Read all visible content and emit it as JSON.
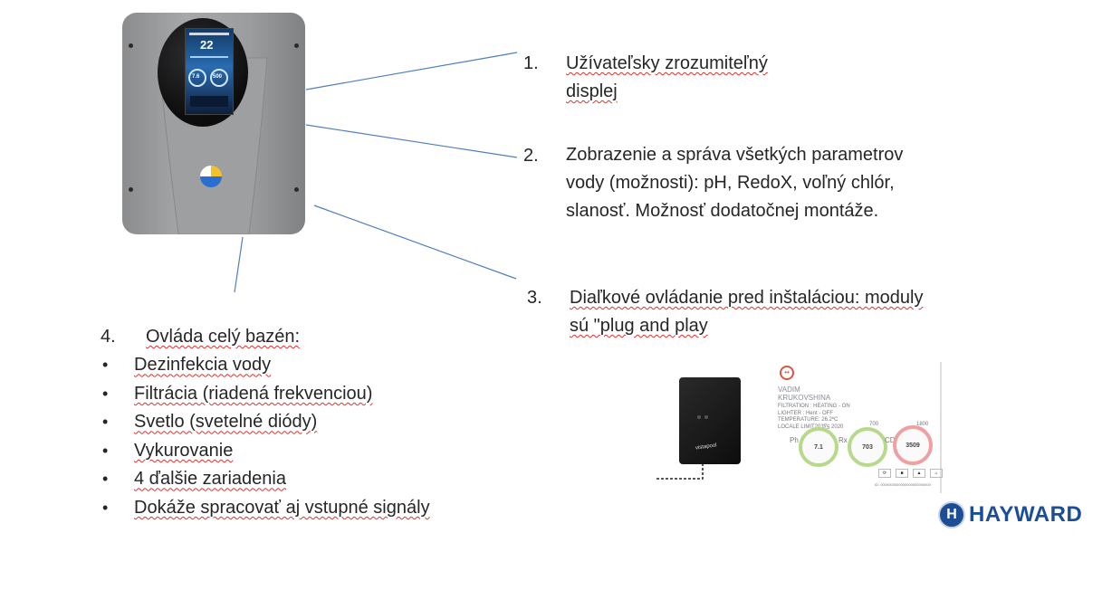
{
  "items": [
    {
      "number": "1.",
      "lines": [
        "Užívateľsky zrozumiteľný",
        "displej"
      ]
    },
    {
      "number": "2.",
      "lines": [
        "Zobrazenie a správa všetkých parametrov",
        "vody (možnosti): pH, RedoX, voľný chlór,",
        "slanosť. Možnosť dodatočnej montáže."
      ]
    },
    {
      "number": "3.",
      "lines": [
        "Diaľkové  ovládanie  pred  inštaláciou:  moduly",
        "sú \"plug and play"
      ]
    }
  ],
  "item4": {
    "number": "4.",
    "title": "Ovláda celý bazén:",
    "bullets": [
      "Dezinfekcia vody",
      "Filtrácia (riadená frekvenciou)",
      "Svetlo (svetelné diódy)",
      "Vykurovanie",
      "4 ďalšie zariadenia",
      "Dokáže spracovať aj vstupné signály"
    ]
  },
  "device_screen": {
    "value_main": "22",
    "value_left": "7.6",
    "value_right": "500"
  },
  "remote_box": {
    "brand": "vistapool"
  },
  "app": {
    "name_line1": "VADIM",
    "name_line2": "KRUKOVSHINA",
    "info": [
      "FILTRATION : HEATING - ON",
      "LIGHTER : Hent - OFF",
      "TEMPERATURE: 26.2ºC",
      "LOCALE LIMIT2017 : 2020"
    ],
    "gauges": [
      {
        "label": "Ph",
        "value": "7.1",
        "top": "7.5",
        "color": "#b6d98a"
      },
      {
        "label": "Rx",
        "value": "703",
        "top": "700",
        "color": "#b6d98a"
      },
      {
        "label": "CD",
        "value": "3509",
        "top": "1800",
        "color": "#f0a0a0"
      }
    ],
    "footer": "ID: 0000000000000000000000000"
  },
  "brand": {
    "name": "HAYWARD",
    "color": "#1b4e95"
  }
}
